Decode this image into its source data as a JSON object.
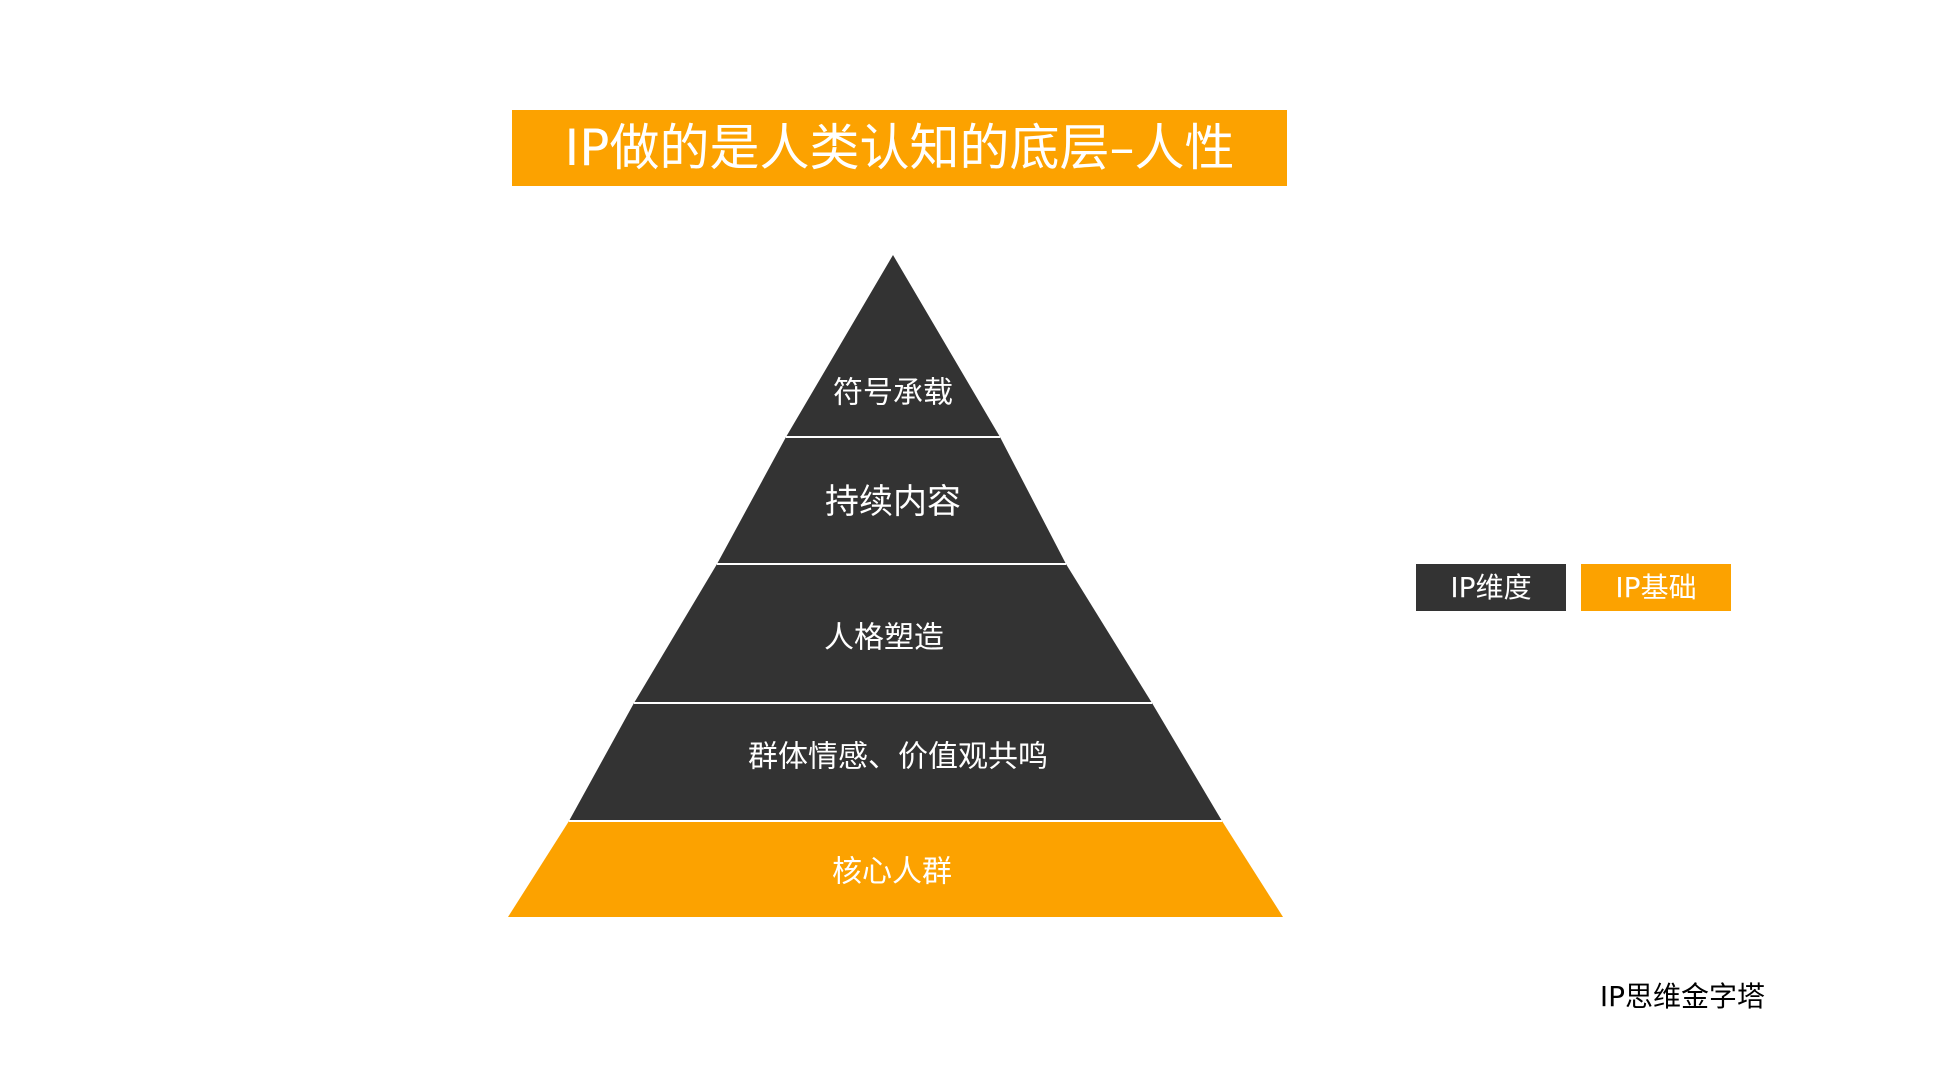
{
  "title": "IP做的是人类认知的底层–人性",
  "colors": {
    "dark": "#333333",
    "accent": "#fca200",
    "divider": "#ffffff"
  },
  "pyramid": {
    "layers": [
      {
        "label": "符号承载",
        "category": "IP维度"
      },
      {
        "label": "持续内容",
        "category": "IP维度"
      },
      {
        "label": "人格塑造",
        "category": "IP维度"
      },
      {
        "label": "群体情感、价值观共鸣",
        "category": "IP维度"
      },
      {
        "label": "核心人群",
        "category": "IP基础"
      }
    ]
  },
  "legend": {
    "dimension": "IP维度",
    "foundation": "IP基础"
  },
  "footer": "IP思维金字塔"
}
